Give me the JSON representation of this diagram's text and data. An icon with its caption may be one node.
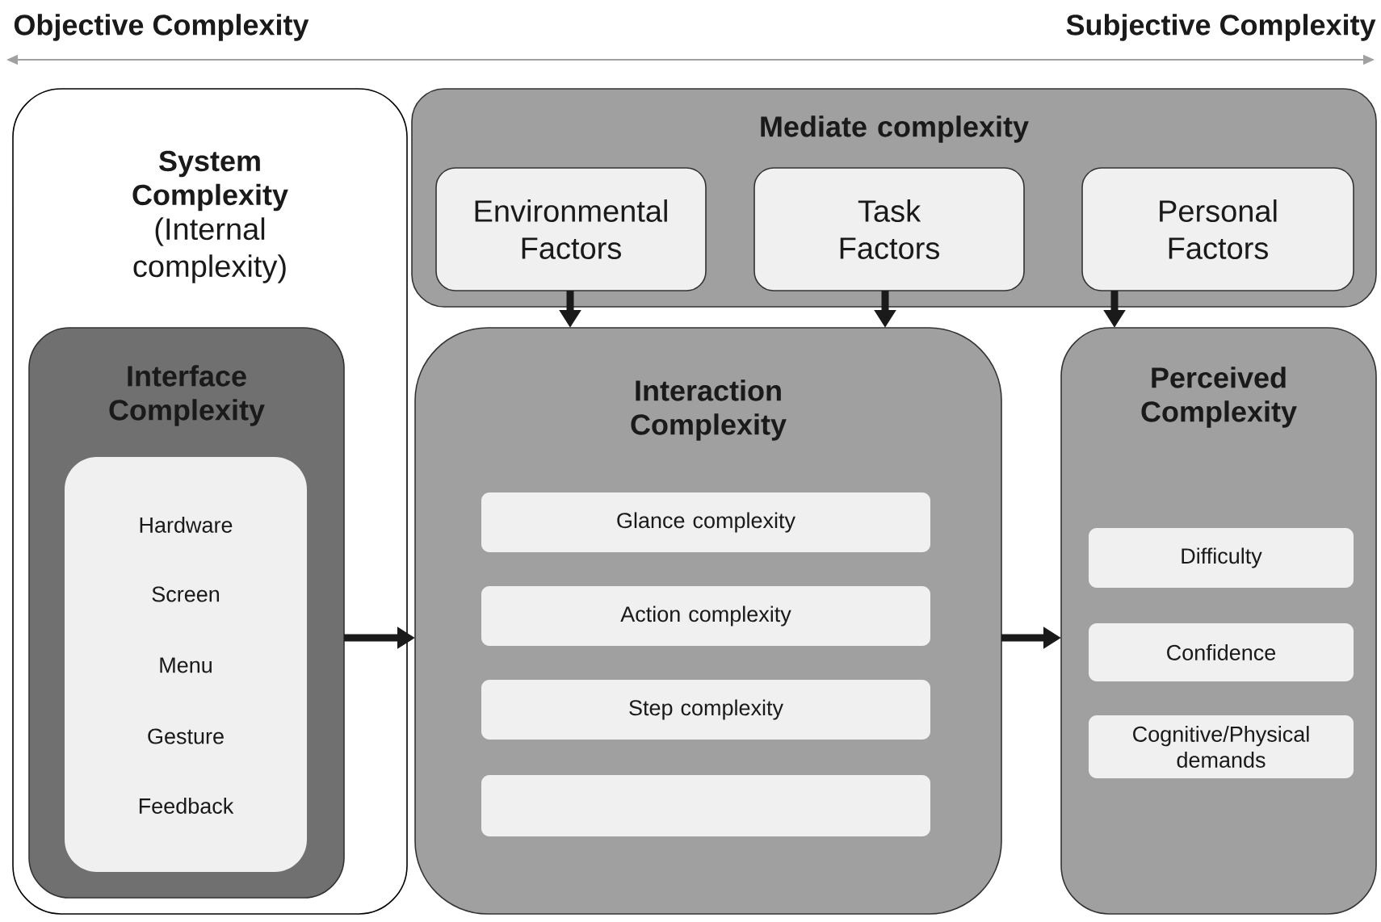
{
  "diagram": {
    "nodes": [
      {
        "text": [
          "System Complexity",
          "(Internal complexity)"
        ]
      },
      {
        "text": [
          "Interface Complexity"
        ],
        "in": 0
      },
      {
        "text": [
          "Hardware",
          "Screen",
          "Menu",
          "Gesture",
          "Feedback"
        ],
        "in": 1
      },
      {
        "text": [
          "Mediate complexity"
        ]
      },
      {
        "text": [
          "Environmental Factors"
        ],
        "in": 3
      },
      {
        "text": [
          "Task Factors"
        ],
        "in": 3
      },
      {
        "text": [
          "Personal Factors"
        ],
        "in": 3
      },
      {
        "text": [
          "Interaction Complexity"
        ]
      },
      {
        "text": [
          "Glance complexity"
        ],
        "in": 7
      },
      {
        "text": [
          "Action complexity"
        ],
        "in": 7
      },
      {
        "text": [
          "Step complexity"
        ],
        "in": 7
      },
      {
        "text": [],
        "shape": "box",
        "in": 7
      },
      {
        "text": [
          "Perceived Complexity"
        ]
      },
      {
        "text": [
          "Difficulty"
        ],
        "in": 12
      },
      {
        "text": [
          "Confidence"
        ],
        "in": 12
      },
      {
        "text": [
          "Cognitive/Physical demands"
        ],
        "in": 12
      }
    ],
    "edges": [
      {
        "from": 4,
        "to": 7,
        "arrow": "to"
      },
      {
        "from": 5,
        "to": 7,
        "arrow": "to"
      },
      {
        "from": 6,
        "to": 12,
        "arrow": "to"
      },
      {
        "from": 1,
        "to": 7,
        "arrow": "to"
      },
      {
        "from": 7,
        "to": 12,
        "arrow": "to"
      }
    ],
    "labels": [
      "Objective Complexity",
      "Subjective Complexity"
    ]
  }
}
